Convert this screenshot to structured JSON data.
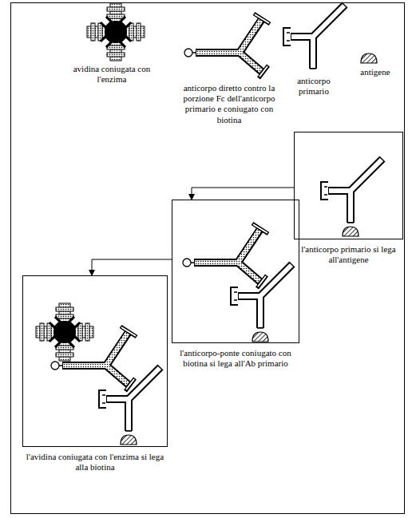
{
  "diagram": {
    "nodes": [
      {
        "text": [
          "l'anticorpo primario si lega all'antigene"
        ]
      },
      {
        "text": [
          "l'anticorpo-ponte coniugato con biotina si lega all'Ab primario"
        ]
      },
      {
        "text": [
          "l'avidina coniugata con l'enzima si lega alla biotina"
        ]
      }
    ],
    "edges": [
      {
        "from": 0,
        "to": 1,
        "arrow": "to"
      },
      {
        "from": 1,
        "to": 2,
        "arrow": "to"
      }
    ],
    "labels": [
      "avidina coniugata con l'enzima",
      "anticorpo diretto contro la porzione Fc dell'anticorpo primario e coniugato con biotina",
      "anticorpo primario",
      "antigene"
    ]
  }
}
